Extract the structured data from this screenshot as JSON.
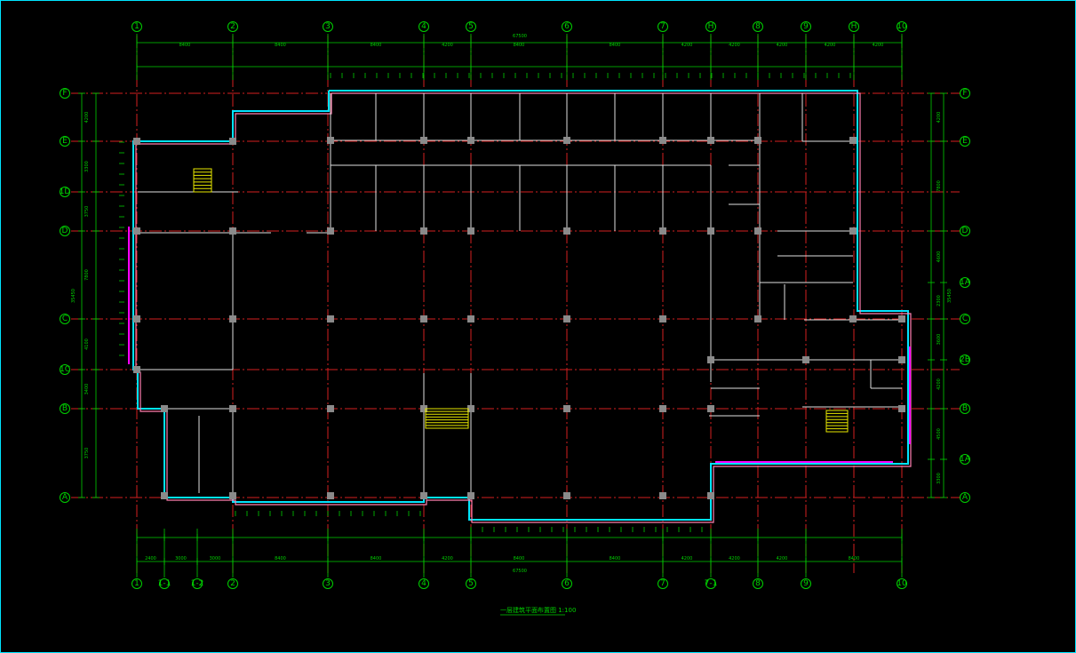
{
  "drawing": {
    "title": "一层建筑平面布置图 1:100",
    "overall_dimension_top": "67500",
    "overall_dimension_bottom": "67500",
    "left_overall": "35450",
    "right_overall": "35450"
  },
  "axes_top": [
    "1",
    "2",
    "3",
    "4",
    "5",
    "6",
    "7",
    "H",
    "8",
    "9",
    "H",
    "10"
  ],
  "axes_bottom": [
    "1",
    "1-1",
    "1-2",
    "2",
    "3",
    "4",
    "5",
    "6",
    "7",
    "7-1",
    "8",
    "9",
    "10"
  ],
  "axes_left": [
    "F",
    "E",
    "1D",
    "D",
    "C",
    "1C",
    "B",
    "A"
  ],
  "axes_right": [
    "F",
    "E",
    "D",
    "1A",
    "C",
    "2B",
    "B",
    "1A",
    "A"
  ],
  "dims_top": [
    "8400",
    "8400",
    "8400",
    "4200",
    "8400",
    "8400",
    "4200",
    "4200",
    "4200",
    "4200",
    "4200"
  ],
  "dims_bottom": [
    "2400",
    "3000",
    "3000",
    "8400",
    "8400",
    "4200",
    "8400",
    "8400",
    "4200",
    "4200",
    "4200",
    "8400"
  ],
  "dims_left": [
    "4200",
    "3300",
    "3750",
    "7800",
    "4100",
    "3400",
    "3750"
  ],
  "dims_right": [
    "4200",
    "7800",
    "4600",
    "2300",
    "3600",
    "4200",
    "4500",
    "3300"
  ]
}
